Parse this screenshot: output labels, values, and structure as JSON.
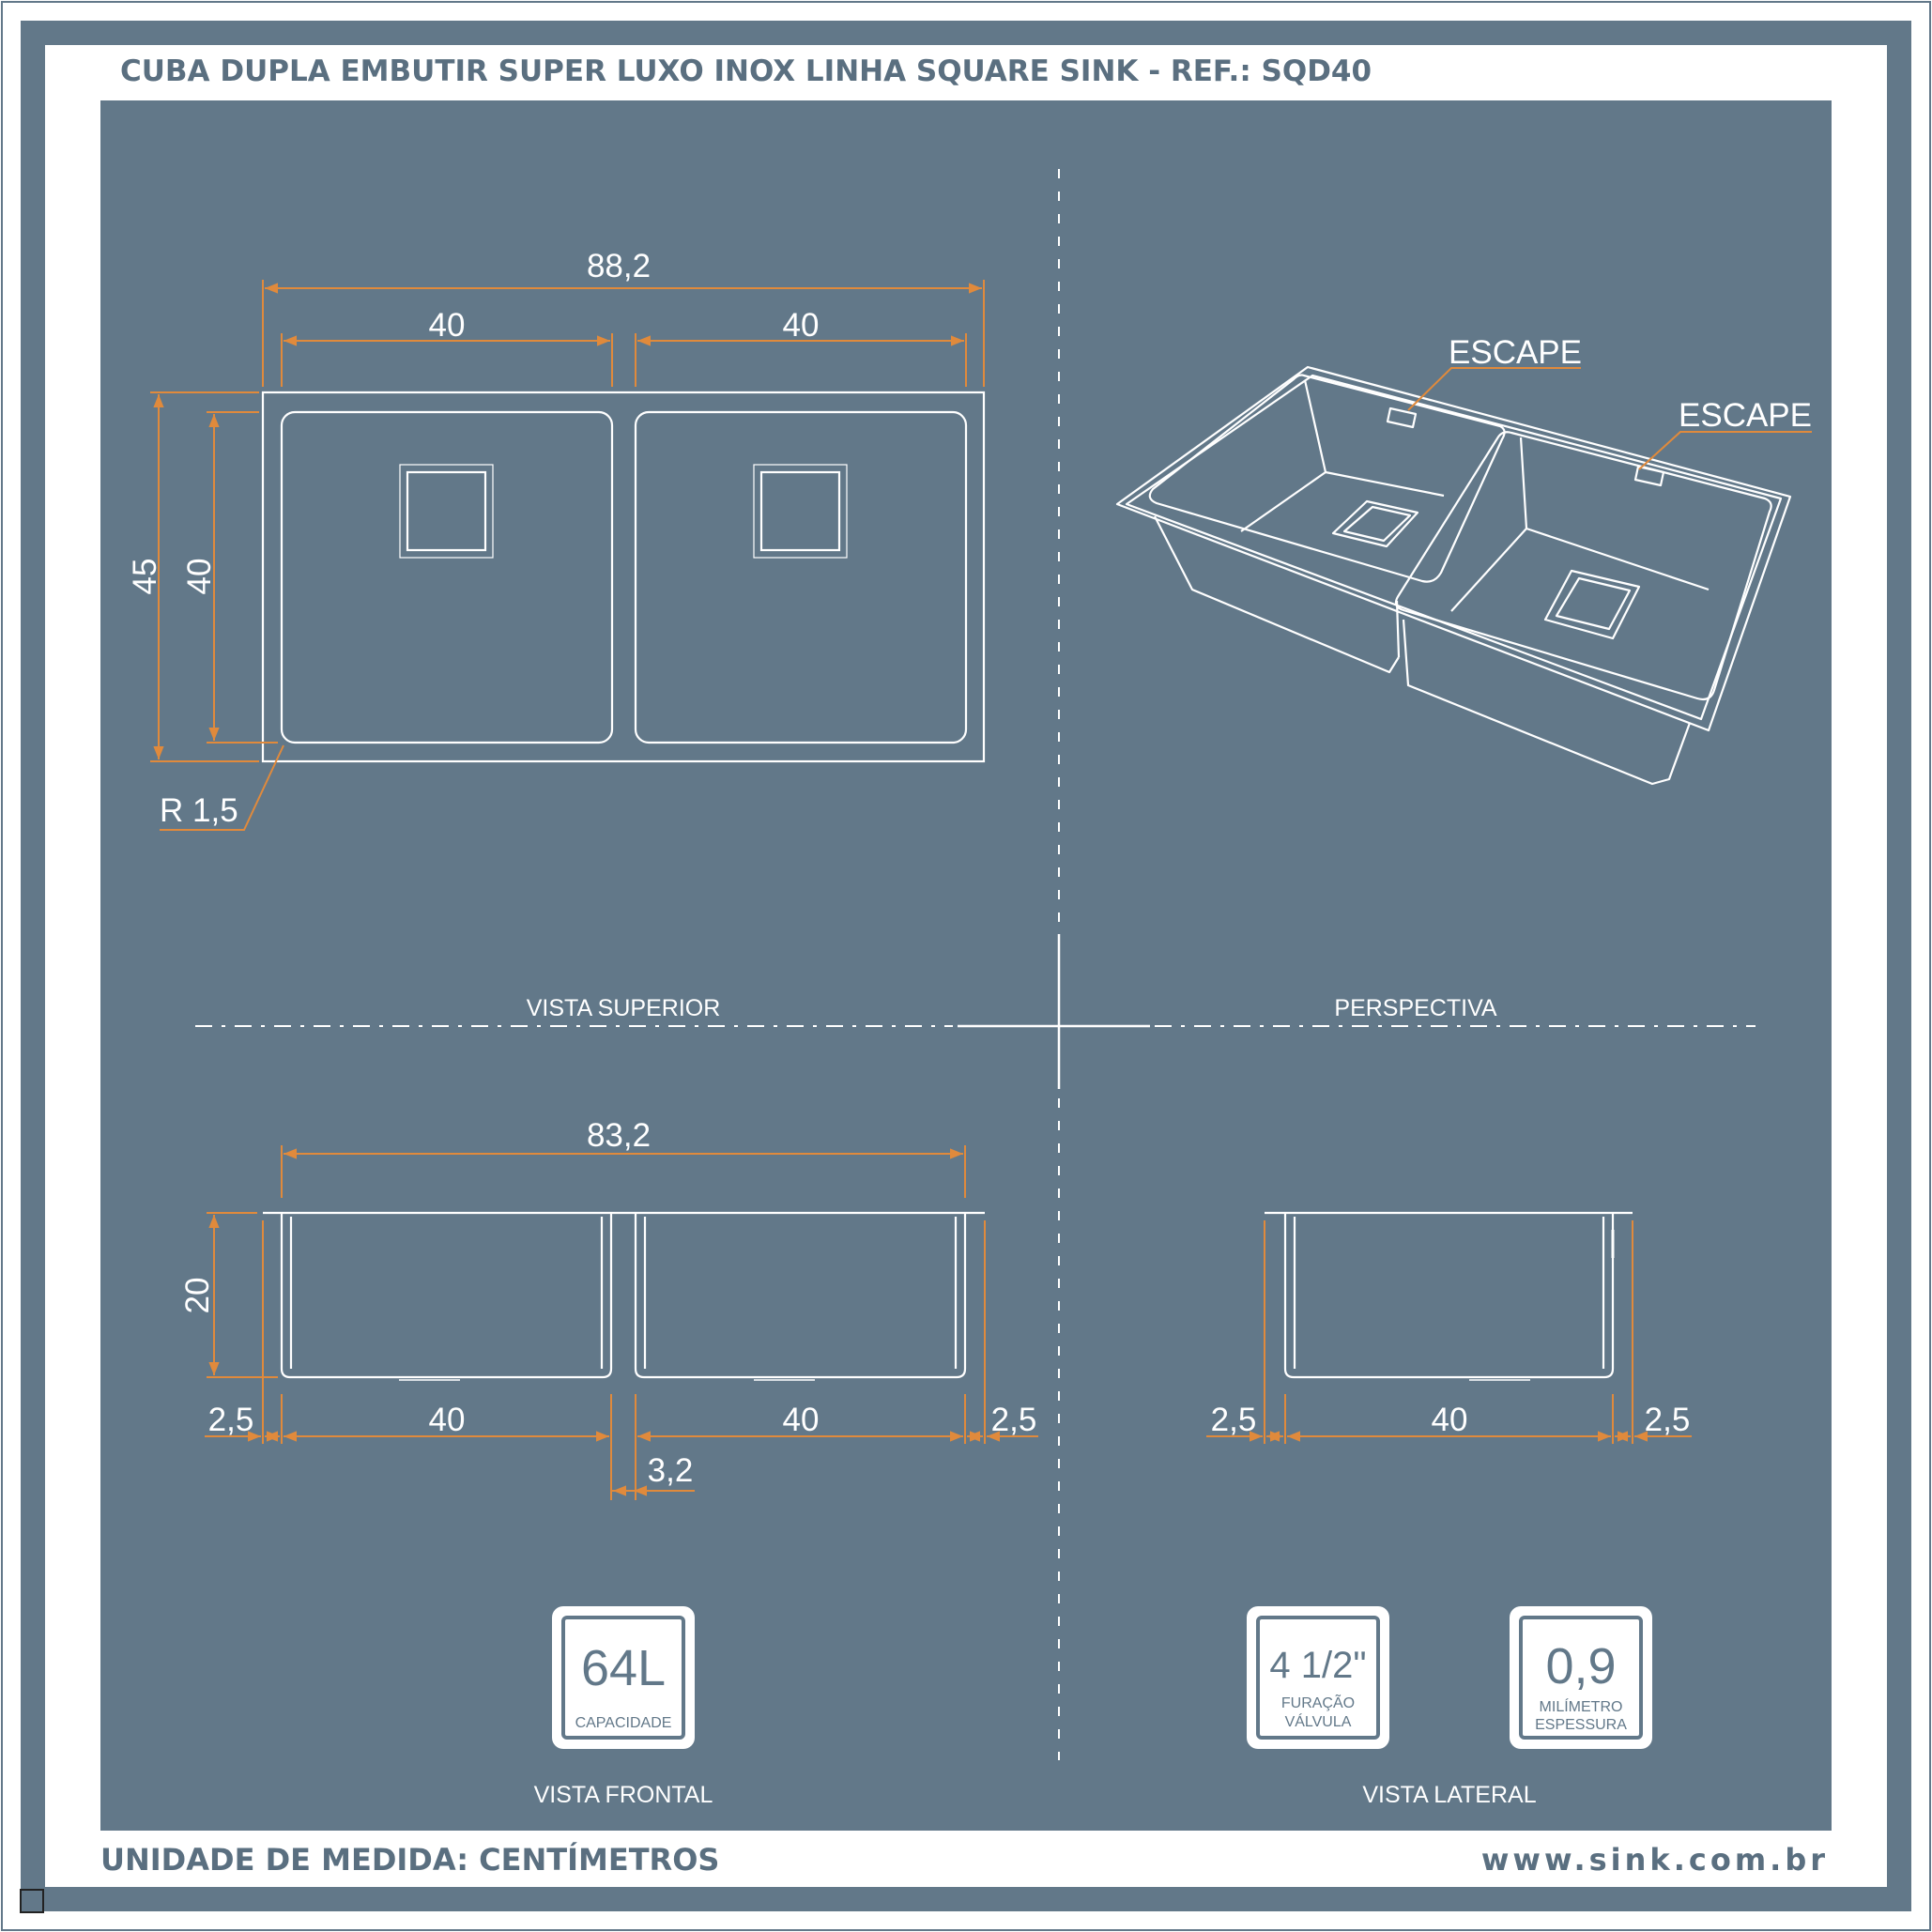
{
  "header": {
    "title": "CUBA DUPLA EMBUTIR SUPER LUXO INOX LINHA SQUARE SINK - REF.: SQD40"
  },
  "footer": {
    "units": "UNIDADE DE MEDIDA: CENTÍMETROS",
    "website": "www.sink.com.br"
  },
  "views": {
    "top": "VISTA SUPERIOR",
    "perspective": "PERSPECTIVA",
    "front": "VISTA FRONTAL",
    "side": "VISTA LATERAL"
  },
  "top_view_dims": {
    "total_width": "88,2",
    "bowl_left_width": "40",
    "bowl_right_width": "40",
    "outer_depth": "45",
    "inner_depth": "40",
    "radius": "R 1,5"
  },
  "perspective_labels": {
    "escape_left": "ESCAPE",
    "escape_right": "ESCAPE"
  },
  "front_view_dims": {
    "total_width": "83,2",
    "height": "20",
    "flange_left": "2,5",
    "bowl_left": "40",
    "bowl_right": "40",
    "flange_right": "2,5",
    "divider": "3,2"
  },
  "side_view_dims": {
    "flange_left": "2,5",
    "bowl": "40",
    "flange_right": "2,5"
  },
  "specs": [
    {
      "value": "64L",
      "label": "CAPACIDADE",
      "label2": ""
    },
    {
      "value": "4 1/2\"",
      "label": "FURAÇÃO",
      "label2": "VÁLVULA"
    },
    {
      "value": "0,9",
      "label": "MILÍMETRO",
      "label2": "ESPESSURA"
    }
  ],
  "colors": {
    "background": "#627889",
    "frame": "#627889",
    "dimension": "#e08a3c",
    "drawing": "#ffffff"
  }
}
